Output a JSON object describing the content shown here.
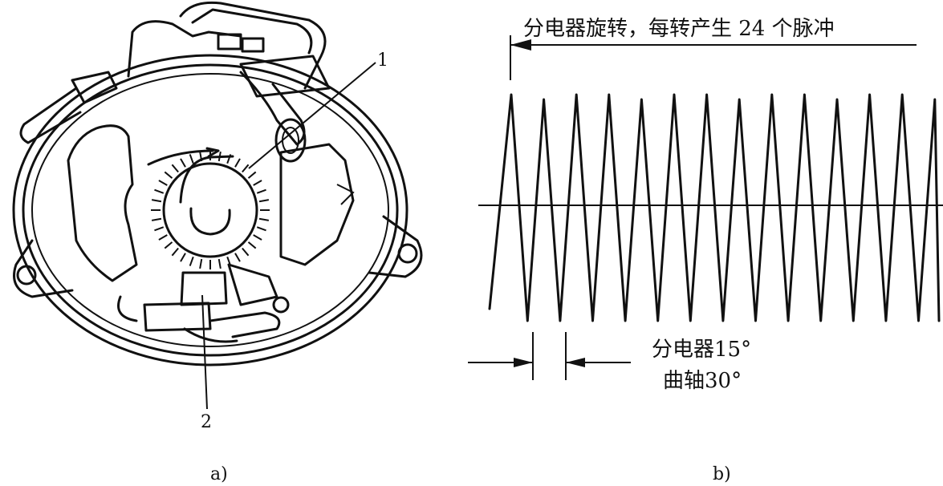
{
  "panel_a": {
    "caption": "a)",
    "callout_1": "1",
    "callout_2": "2"
  },
  "panel_b": {
    "caption": "b)",
    "rotation_note": "分电器旋转，每转产生 24 个脉冲",
    "distributor_angle": "分电器15°",
    "crank_angle": "曲轴30°",
    "waveform": {
      "type": "triangle",
      "peaks_shown": 14
    }
  },
  "colors": {
    "ink": "#111111",
    "background": "#ffffff"
  }
}
